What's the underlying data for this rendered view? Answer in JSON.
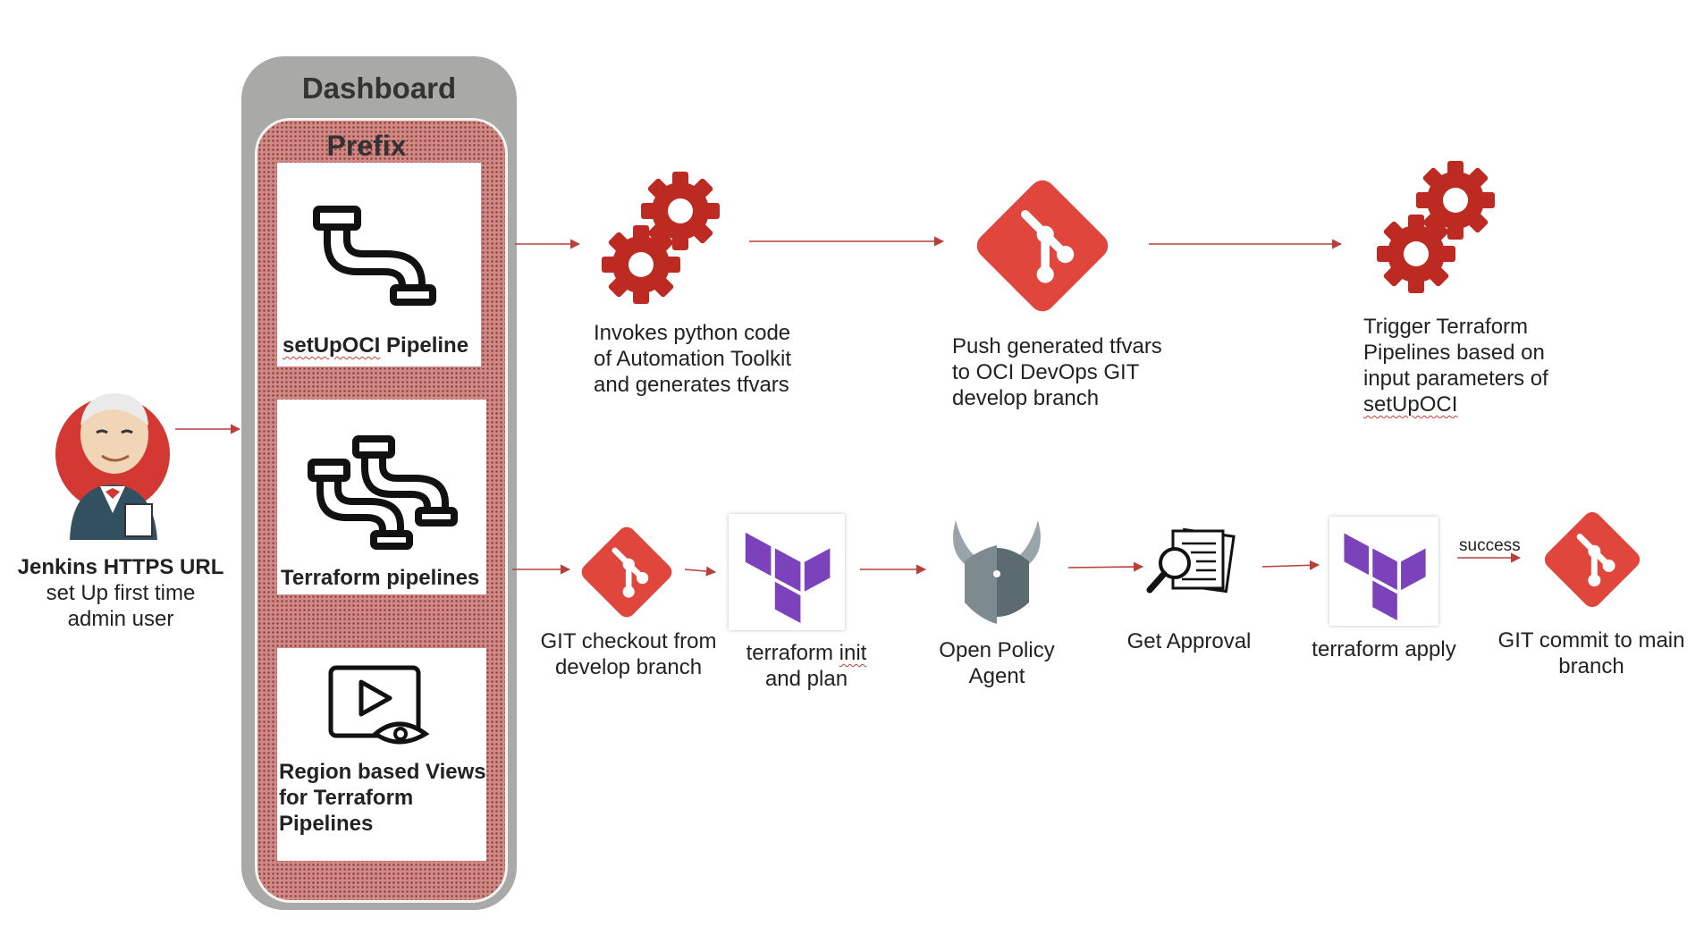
{
  "dashboard": {
    "title": "Dashboard",
    "prefix_title": "Prefix",
    "cards": [
      {
        "label_1": "setUpOCI",
        "label_2": " Pipeline",
        "icon": "pipe-icon"
      },
      {
        "label": "Terraform pipelines",
        "icon": "double-pipe-icon"
      },
      {
        "label_lines": [
          "Region based Views",
          "for Terraform",
          "Pipelines"
        ],
        "icon": "video-eye-icon"
      }
    ]
  },
  "jenkins": {
    "title": "Jenkins HTTPS URL",
    "lines": [
      "set Up first time",
      "admin user"
    ],
    "icon": "jenkins-butler-icon"
  },
  "top_flow": [
    {
      "icon": "gears-icon",
      "lines": [
        "Invokes python code",
        "of Automation Toolkit",
        "and generates tfvars"
      ]
    },
    {
      "icon": "git-icon",
      "lines": [
        "Push generated tfvars",
        "to OCI DevOps GIT",
        "develop branch"
      ]
    },
    {
      "icon": "gears-icon",
      "lines": [
        "Trigger Terraform",
        "Pipelines based on",
        "input parameters of"
      ],
      "last_line": "setUpOCI"
    }
  ],
  "bottom_flow": [
    {
      "icon": "git-icon",
      "lines": [
        "GIT checkout from",
        "develop branch"
      ]
    },
    {
      "icon": "terraform-icon",
      "line_1a": "terraform ",
      "line_1b": "init",
      "line_2": "and plan"
    },
    {
      "icon": "opa-icon",
      "lines": [
        "Open Policy",
        "Agent"
      ]
    },
    {
      "icon": "approval-doc-icon",
      "lines": [
        "Get Approval"
      ]
    },
    {
      "icon": "terraform-icon",
      "lines": [
        "terraform apply"
      ]
    },
    {
      "icon": "git-icon",
      "lines": [
        "GIT commit to main",
        "branch"
      ]
    }
  ],
  "edge_labels": {
    "success": "success"
  },
  "colors": {
    "git_red": "#e0463b",
    "gear_red": "#bd2a22",
    "arrow": "#b8403a",
    "terraform_purple": "#7b42bc",
    "opa_gray": "#5c6b72",
    "dashboard_gray": "#a9a9a7",
    "prefix_red": "#cf8a85"
  }
}
